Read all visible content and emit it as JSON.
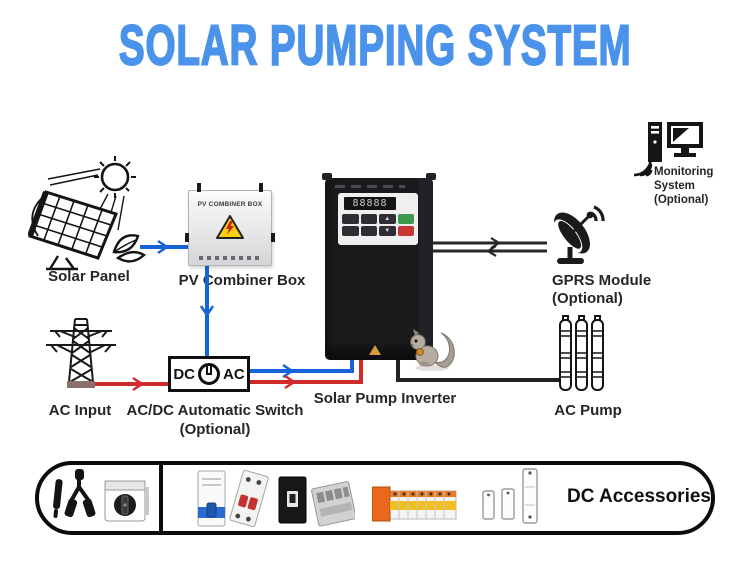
{
  "title": "SOLAR PUMPING SYSTEM",
  "colors": {
    "title_blue": "#4b93ea",
    "line_blue": "#1565d8",
    "line_red": "#cf2b2b",
    "line_black": "#28282c"
  },
  "components": {
    "solar_panel": {
      "label": "Solar Panel"
    },
    "pv_combiner_box": {
      "label": "PV Combiner Box",
      "box_text": "PV COMBINER BOX"
    },
    "inverter": {
      "label": "Solar Pump Inverter",
      "display": "88888"
    },
    "gprs_module": {
      "label": "GPRS Module",
      "optional": "(Optional)"
    },
    "monitoring_system": {
      "line1": "Monitoring",
      "line2": "System",
      "line3": "(Optional)"
    },
    "ac_input": {
      "label": "AC Input"
    },
    "acdc_switch": {
      "label": "AC/DC Automatic Switch",
      "optional": "(Optional)",
      "dc_label": "DC",
      "ac_label": "AC"
    },
    "ac_pump": {
      "label": "AC Pump"
    },
    "dc_accessories": {
      "label": "DC Accessories"
    }
  }
}
